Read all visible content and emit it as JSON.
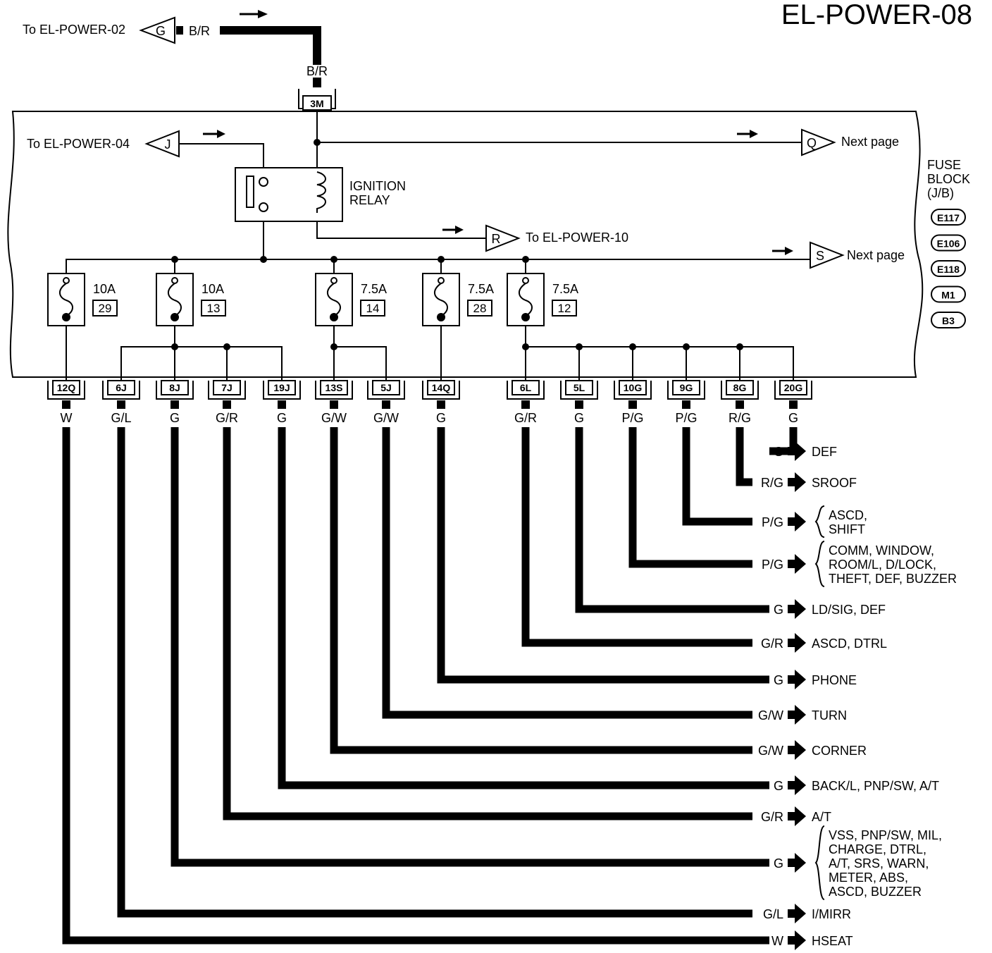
{
  "title": "EL-POWER-08",
  "fuse_block": {
    "line1": "FUSE",
    "line2": "BLOCK",
    "line3": "(J/B)",
    "connectors": [
      "E117",
      "E106",
      "E118",
      "M1",
      "B3"
    ]
  },
  "input": {
    "label": "To EL-POWER-02",
    "tag": "G",
    "wire_top": "B/R",
    "wire_down": "B/R",
    "connector": "3M"
  },
  "relay": {
    "line1": "IGNITION",
    "line2": "RELAY"
  },
  "offpage": {
    "j": {
      "label": "To EL-POWER-04",
      "tag": "J"
    },
    "q": {
      "tag": "Q",
      "label": "Next page"
    },
    "r": {
      "tag": "R",
      "label": "To EL-POWER-10"
    },
    "s": {
      "tag": "S",
      "label": "Next page"
    }
  },
  "fuses": [
    {
      "amp": "10A",
      "num": "29"
    },
    {
      "amp": "10A",
      "num": "13"
    },
    {
      "amp": "7.5A",
      "num": "14"
    },
    {
      "amp": "7.5A",
      "num": "28"
    },
    {
      "amp": "7.5A",
      "num": "12"
    }
  ],
  "terminals": [
    {
      "id": "12Q",
      "wire": "W"
    },
    {
      "id": "6J",
      "wire": "G/L"
    },
    {
      "id": "8J",
      "wire": "G"
    },
    {
      "id": "7J",
      "wire": "G/R"
    },
    {
      "id": "19J",
      "wire": "G"
    },
    {
      "id": "13S",
      "wire": "G/W"
    },
    {
      "id": "5J",
      "wire": "G/W"
    },
    {
      "id": "14Q",
      "wire": "G"
    },
    {
      "id": "6L",
      "wire": "G/R"
    },
    {
      "id": "5L",
      "wire": "G"
    },
    {
      "id": "10G",
      "wire": "P/G"
    },
    {
      "id": "9G",
      "wire": "P/G"
    },
    {
      "id": "8G",
      "wire": "R/G"
    },
    {
      "id": "20G",
      "wire": "G"
    }
  ],
  "outputs": [
    {
      "wire": "G",
      "dest": [
        "DEF"
      ]
    },
    {
      "wire": "R/G",
      "dest": [
        "SROOF"
      ]
    },
    {
      "wire": "P/G",
      "dest": [
        "ASCD,",
        "SHIFT"
      ]
    },
    {
      "wire": "P/G",
      "dest": [
        "COMM, WINDOW,",
        "ROOM/L, D/LOCK,",
        "THEFT, DEF, BUZZER"
      ]
    },
    {
      "wire": "G",
      "dest": [
        "LD/SIG, DEF"
      ]
    },
    {
      "wire": "G/R",
      "dest": [
        "ASCD, DTRL"
      ]
    },
    {
      "wire": "G",
      "dest": [
        "PHONE"
      ]
    },
    {
      "wire": "G/W",
      "dest": [
        "TURN"
      ]
    },
    {
      "wire": "G/W",
      "dest": [
        "CORNER"
      ]
    },
    {
      "wire": "G",
      "dest": [
        "BACK/L, PNP/SW, A/T"
      ]
    },
    {
      "wire": "G/R",
      "dest": [
        "A/T"
      ]
    },
    {
      "wire": "G",
      "dest": [
        "VSS, PNP/SW, MIL,",
        "CHARGE, DTRL,",
        "A/T, SRS, WARN,",
        "METER, ABS,",
        "ASCD, BUZZER"
      ]
    },
    {
      "wire": "G/L",
      "dest": [
        "I/MIRR"
      ]
    },
    {
      "wire": "W",
      "dest": [
        "HSEAT"
      ]
    }
  ]
}
